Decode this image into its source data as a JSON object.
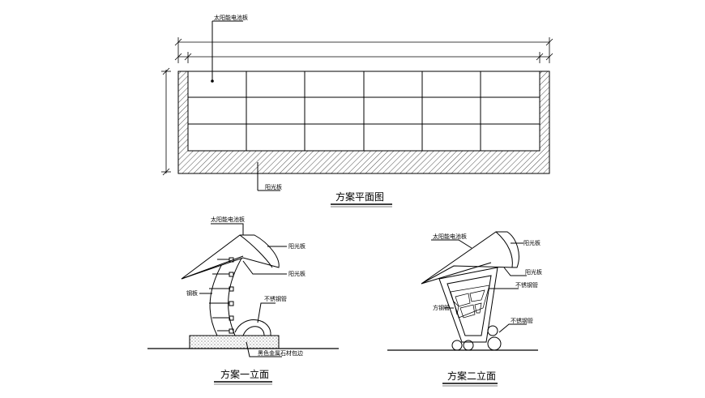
{
  "plan": {
    "title": "方案平面图",
    "label_solar_panel": "太阳能电池板",
    "label_sunshade": "阳光板"
  },
  "scheme_one": {
    "title": "方案一立面",
    "label_solar_panel": "太阳能电池板",
    "label_sunshade_top": "阳光板",
    "label_sunshade_mid": "阳光板",
    "label_steel": "钢板",
    "label_stainless": "不锈钢管",
    "label_base": "黑色金属石材包边"
  },
  "scheme_two": {
    "title": "方案二立面",
    "label_solar_panel": "太阳能电池板",
    "label_sunshade_top": "阳光板",
    "label_sunshade_mid": "阳光板",
    "label_stainless_mid": "不锈钢管",
    "label_steel_tube": "方钢管",
    "label_stainless_low": "不锈钢管"
  },
  "colors": {
    "line": "#000000",
    "hatch": "#000000",
    "background": "#ffffff"
  }
}
